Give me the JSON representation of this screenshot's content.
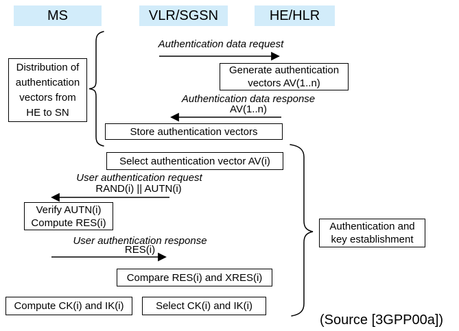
{
  "entities": {
    "ms": "MS",
    "vlr_sgsn": "VLR/SGSN",
    "he_hlr": "HE/HLR"
  },
  "messages": {
    "auth_data_request": {
      "label": "Authentication data request",
      "direction": "right"
    },
    "auth_data_response": {
      "label": "Authentication data response",
      "param": "AV(1..n)",
      "direction": "left"
    },
    "user_auth_request": {
      "label": "User authentication request",
      "param": "RAND(i) || AUTN(i)",
      "direction": "left"
    },
    "user_auth_response": {
      "label": "User authentication response",
      "param": "RES(i)",
      "direction": "right"
    }
  },
  "boxes": {
    "distribution": {
      "lines": [
        "Distribution of",
        "authentication",
        "vectors from",
        "HE to SN"
      ]
    },
    "generate": {
      "lines": [
        "Generate authentication",
        "vectors AV(1..n)"
      ]
    },
    "store": {
      "lines": [
        "Store authentication vectors"
      ]
    },
    "select_av": {
      "lines": [
        "Select authentication vector AV(i)"
      ]
    },
    "verify": {
      "lines": [
        "Verify AUTN(i)",
        "Compute RES(i)"
      ]
    },
    "compare": {
      "lines": [
        "Compare RES(i) and XRES(i)"
      ]
    },
    "compute_ck": {
      "lines": [
        "Compute CK(i) and IK(i)"
      ]
    },
    "select_ck": {
      "lines": [
        "Select CK(i) and IK(i)"
      ]
    },
    "auth_key": {
      "lines": [
        "Authentication and",
        "key establishment"
      ]
    }
  },
  "source_note": "(Source [3GPP00a])",
  "colors": {
    "header_bg": "#d2ecfa",
    "line": "#000000",
    "text": "#000000"
  }
}
